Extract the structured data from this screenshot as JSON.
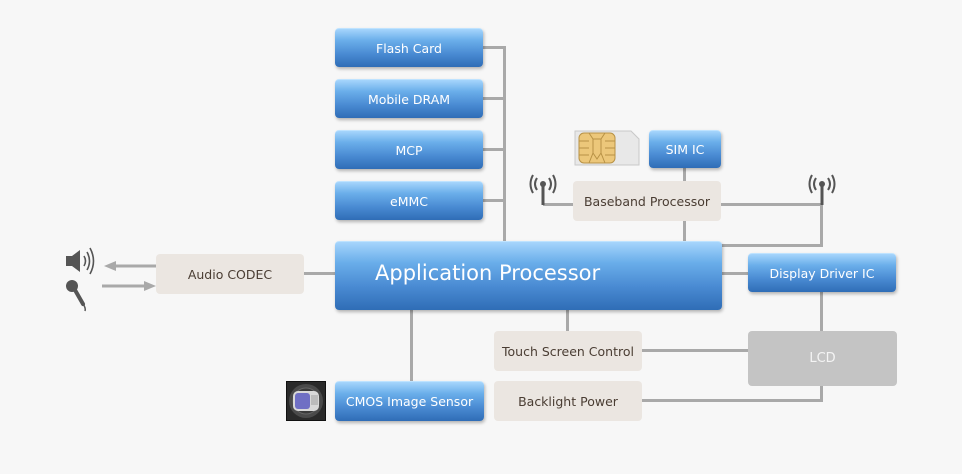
{
  "diagram": {
    "title": "Mobile Device Semiconductor Block Diagram",
    "memory": [
      {
        "id": "flash-card",
        "label": "Flash Card"
      },
      {
        "id": "mobile-dram",
        "label": "Mobile DRAM"
      },
      {
        "id": "mcp",
        "label": "MCP"
      },
      {
        "id": "emmc",
        "label": "eMMC"
      }
    ],
    "application_processor": "Application Processor",
    "sim_ic": "SIM IC",
    "baseband_processor": "Baseband Processor",
    "audio_codec": "Audio CODEC",
    "display_driver_ic": "Display Driver IC",
    "touch_screen_control": "Touch Screen Control",
    "backlight_power": "Backlight Power",
    "lcd": "LCD",
    "cmos_image_sensor": "CMOS Image Sensor",
    "icons": {
      "speaker": "speaker-icon",
      "microphone": "microphone-icon",
      "sim_card": "sim-card-icon",
      "antenna_left": "antenna-icon",
      "antenna_right": "antenna-icon",
      "camera": "camera-module-icon"
    },
    "colors": {
      "blue_top": "#a6d5fc",
      "blue_bottom": "#2f6db6",
      "beige": "#ebe6e1",
      "lcd_grey": "#c4c4c4",
      "wire": "#a9a9a9",
      "background": "#f7f7f7"
    }
  }
}
